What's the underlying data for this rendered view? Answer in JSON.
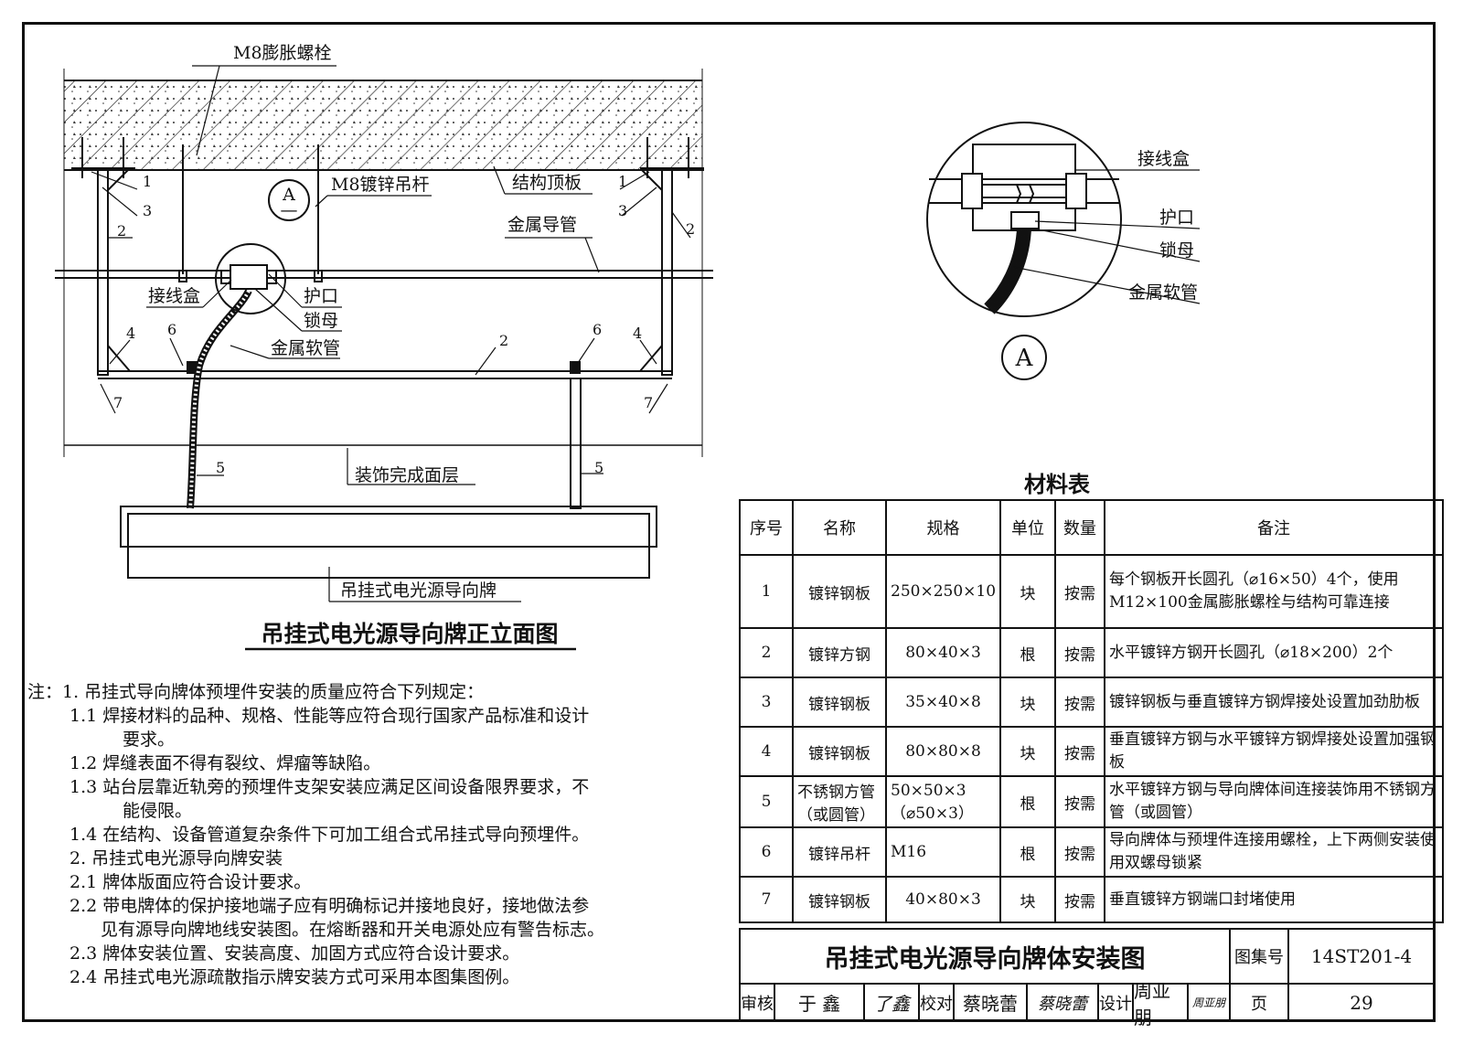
{
  "diagram": {
    "labels": {
      "bolt": "M8膨胀螺栓",
      "rod": "M8镀锌吊杆",
      "slab": "结构顶板",
      "conduit": "金属导管",
      "junction_box": "接线盒",
      "bushing": "护口",
      "locknut": "锁母",
      "flex_conduit": "金属软管",
      "finish_layer": "装饰完成面层",
      "sign": "吊挂式电光源导向牌",
      "detail_marker": "A",
      "detail_dash": "—"
    },
    "numbers": {
      "n1": "1",
      "n2": "2",
      "n3": "3",
      "n4": "4",
      "n5": "5",
      "n6": "6",
      "n7": "7"
    },
    "elevation_title": "吊挂式电光源导向牌正立面图",
    "detail": {
      "junction_box": "接线盒",
      "bushing": "护口",
      "locknut": "锁母",
      "flex_conduit": "金属软管",
      "marker": "A"
    }
  },
  "notes": [
    "注：1. 吊挂式导向牌体预埋件安装的质量应符合下列规定：",
    "1.1  焊接材料的品种、规格、性能等应符合现行国家产品标准和设计",
    "要求。",
    "1.2  焊缝表面不得有裂纹、焊瘤等缺陷。",
    "1.3  站台层靠近轨旁的预埋件支架安装应满足区间设备限界要求，不",
    "能侵限。",
    "1.4  在结构、设备管道复杂条件下可加工组合式吊挂式导向预埋件。",
    "2.  吊挂式电光源导向牌安装",
    "2.1  牌体版面应符合设计要求。",
    "2.2  带电牌体的保护接地端子应有明确标记并接地良好，接地做法参",
    "见有源导向牌地线安装图。在熔断器和开关电源处应有警告标志。",
    "2.3  牌体安装位置、安装高度、加固方式应符合设计要求。",
    "2.4  吊挂式电光源疏散指示牌安装方式可采用本图集图例。"
  ],
  "material_table": {
    "title": "材料表",
    "headers": [
      "序号",
      "名称",
      "规格",
      "单位",
      "数量",
      "备注"
    ],
    "rows": [
      {
        "no": "1",
        "name": "镀锌钢板",
        "spec": "250×250×10",
        "unit": "块",
        "qty": "按需",
        "remark": "每个钢板开长圆孔（⌀16×50）4个，使用M12×100金属膨胀螺栓与结构可靠连接"
      },
      {
        "no": "2",
        "name": "镀锌方钢",
        "spec": "80×40×3",
        "unit": "根",
        "qty": "按需",
        "remark": "水平镀锌方钢开长圆孔（⌀18×200）2个"
      },
      {
        "no": "3",
        "name": "镀锌钢板",
        "spec": "35×40×8",
        "unit": "块",
        "qty": "按需",
        "remark": "镀锌钢板与垂直镀锌方钢焊接处设置加劲肋板"
      },
      {
        "no": "4",
        "name": "镀锌钢板",
        "spec": "80×80×8",
        "unit": "块",
        "qty": "按需",
        "remark": "垂直镀锌方钢与水平镀锌方钢焊接处设置加强钢板"
      },
      {
        "no": "5",
        "name": "不锈钢方管（或圆管）",
        "spec": "50×50×3（⌀50×3）",
        "unit": "根",
        "qty": "按需",
        "remark": "水平镀锌方钢与导向牌体间连接装饰用不锈钢方管（或圆管）"
      },
      {
        "no": "6",
        "name": "镀锌吊杆",
        "spec": "M16",
        "unit": "根",
        "qty": "按需",
        "remark": "导向牌体与预埋件连接用螺栓，上下两侧安装使用双螺母锁紧"
      },
      {
        "no": "7",
        "name": "镀锌钢板",
        "spec": "40×80×3",
        "unit": "块",
        "qty": "按需",
        "remark": "垂直镀锌方钢端口封堵使用"
      }
    ]
  },
  "title_block": {
    "drawing_title": "吊挂式电光源导向牌体安装图",
    "atlas_label": "图集号",
    "atlas_no": "14ST201-4",
    "review_label": "审核",
    "reviewer": "于  鑫",
    "reviewer_sign": "了鑫",
    "check_label": "校对",
    "checker": "蔡晓蕾",
    "checker_sign": "蔡晓蕾",
    "design_label": "设计",
    "designer": "周亚朋",
    "designer_sign": "周亚朋",
    "page_label": "页",
    "page_no": "29"
  }
}
